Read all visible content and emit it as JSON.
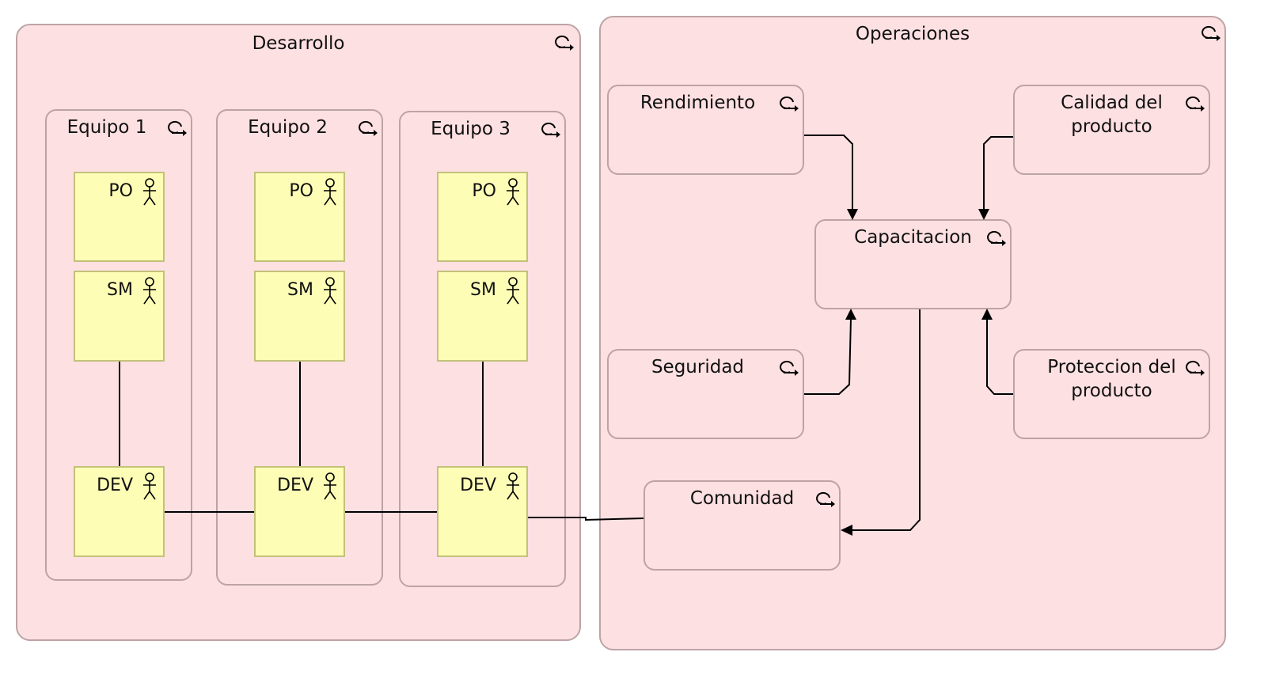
{
  "groups": {
    "desarrollo": {
      "label": "Desarrollo",
      "teams": [
        {
          "label": "Equipo 1",
          "roles": {
            "po": "PO",
            "sm": "SM",
            "dev": "DEV"
          }
        },
        {
          "label": "Equipo 2",
          "roles": {
            "po": "PO",
            "sm": "SM",
            "dev": "DEV"
          }
        },
        {
          "label": "Equipo 3",
          "roles": {
            "po": "PO",
            "sm": "SM",
            "dev": "DEV"
          }
        }
      ]
    },
    "operaciones": {
      "label": "Operaciones",
      "capabilities": {
        "rendimiento": "Rendimiento",
        "calidad": "Calidad del\nproducto",
        "capacitacion": "Capacitacion",
        "seguridad": "Seguridad",
        "proteccion": "Proteccion del\nproducto",
        "comunidad": "Comunidad"
      }
    }
  },
  "icons": {
    "capability": "capability-loop-icon",
    "actor": "actor-icon"
  },
  "colors": {
    "group_fill": "#fde0e2",
    "group_border": "#bda3a6",
    "actor_fill": "#fdfdb6",
    "actor_border": "#c2c27a",
    "connector": "#000000"
  }
}
